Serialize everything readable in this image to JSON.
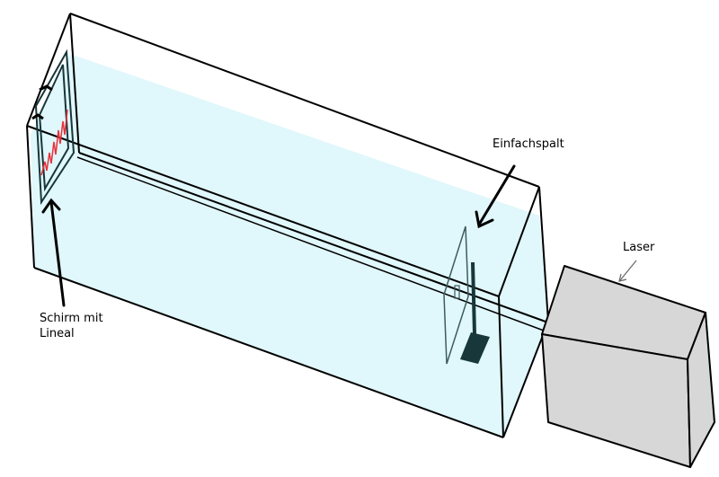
{
  "labels": {
    "slit": "Einfachspalt",
    "laser": "Laser",
    "screen_line1": "Schirm mit",
    "screen_line2": "Lineal"
  },
  "colors": {
    "water": "#e0f7fb",
    "laser_body": "#d7d7d7",
    "stand": "#17373a",
    "pattern": "#e8313a"
  }
}
